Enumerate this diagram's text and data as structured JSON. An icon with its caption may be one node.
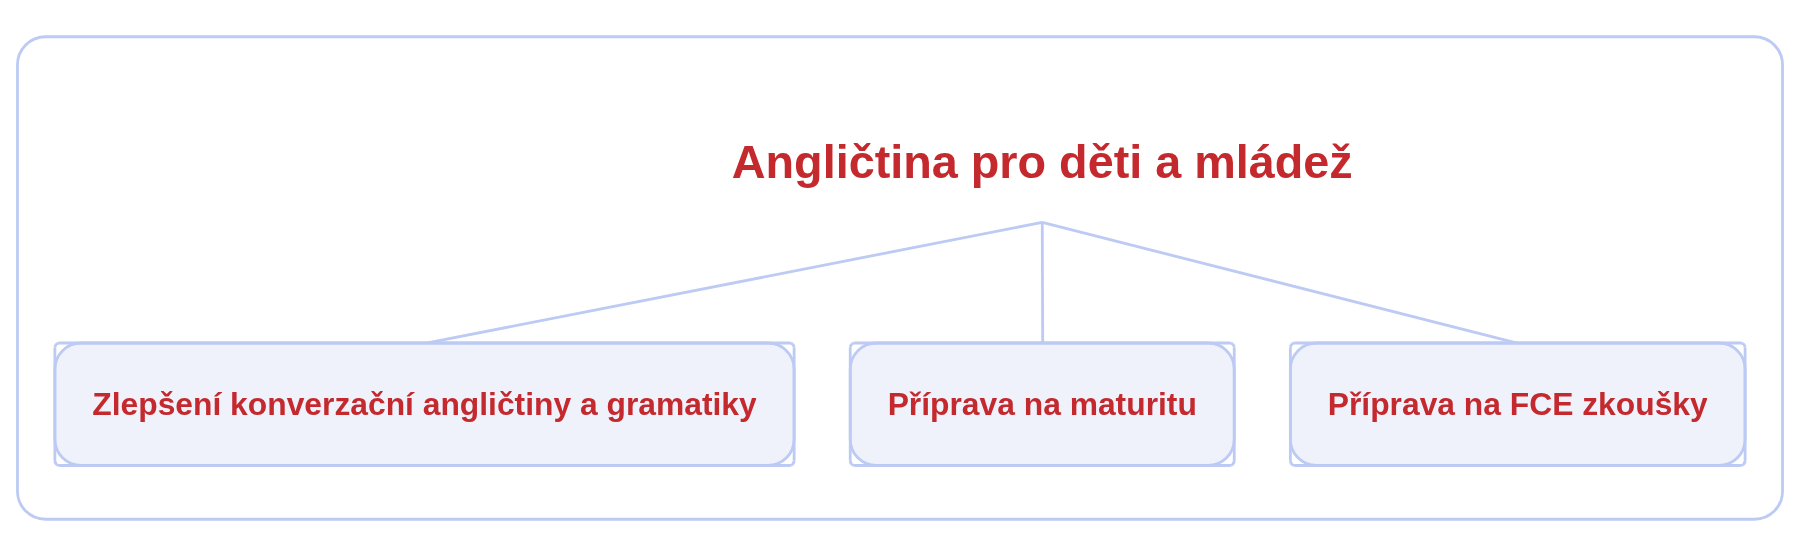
{
  "diagram": {
    "nodes": [
      {
        "text": [],
        "shape": "box"
      },
      {
        "text": [
          "Angličtina pro děti a mládež"
        ],
        "in": 0
      },
      {
        "text": [
          "Zlepšení konverzační angličtiny a gramatiky"
        ],
        "in": 0
      },
      {
        "text": [
          "Příprava na maturitu"
        ],
        "in": 0
      },
      {
        "text": [
          "Příprava na FCE zkoušky"
        ],
        "in": 0
      }
    ],
    "edges": [
      {
        "from": 1,
        "to": 2,
        "arrow": "none"
      },
      {
        "from": 1,
        "to": 3,
        "arrow": "none"
      },
      {
        "from": 1,
        "to": 4,
        "arrow": "none"
      }
    ]
  }
}
